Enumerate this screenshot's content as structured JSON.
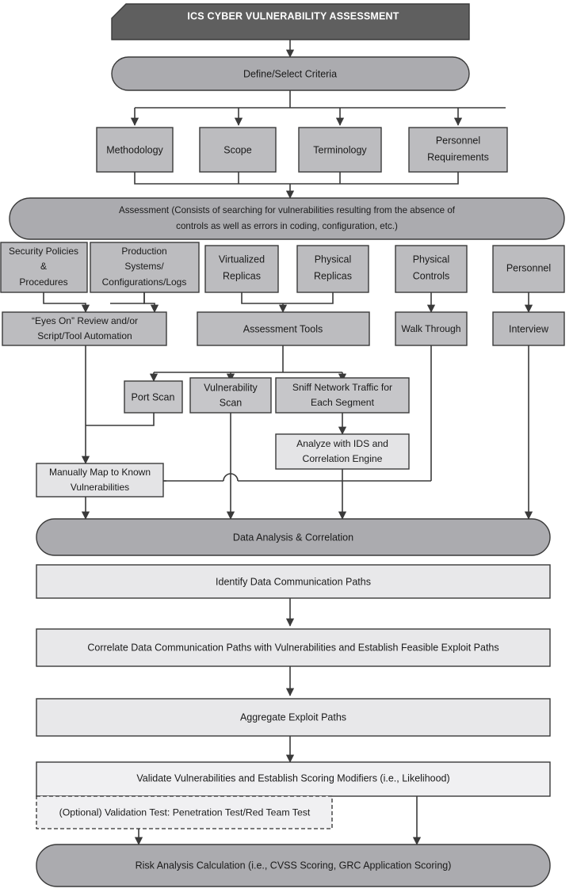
{
  "diagram": {
    "title": "ICS Cyber Vulnerability Assessment Flowchart",
    "colors": {
      "banner_fill": "#5f5f5f",
      "banner_text": "#ffffff",
      "rounded_fill": "#ababaf",
      "box_mid_fill": "#bcbcbf",
      "box_light_fill": "#e4e4e6",
      "stroke": "#3a3a3a",
      "text": "#1a1a1a",
      "page_bg": "#ffffff"
    },
    "nodes": {
      "title_banner": "ICS CYBER VULNERABILITY ASSESSMENT",
      "define_criteria": "Define/Select Criteria",
      "methodology": "Methodology",
      "scope": "Scope",
      "terminology": "Terminology",
      "personnel_requirements_l1": "Personnel",
      "personnel_requirements_l2": "Requirements",
      "assessment_l1": "Assessment (Consists of searching for vulnerabilities resulting from the absence of",
      "assessment_l2": "controls as well as errors in coding, configuration, etc.)",
      "security_policies_l1": "Security Policies",
      "security_policies_l2": "&",
      "security_policies_l3": "Procedures",
      "production_systems_l1": "Production",
      "production_systems_l2": "Systems/",
      "production_systems_l3": "Configurations/Logs",
      "virtualized_replicas_l1": "Virtualized",
      "virtualized_replicas_l2": "Replicas",
      "physical_replicas_l1": "Physical",
      "physical_replicas_l2": "Replicas",
      "physical_controls_l1": "Physical",
      "physical_controls_l2": "Controls",
      "personnel": "Personnel",
      "eyes_on_l1": "“Eyes On” Review and/or",
      "eyes_on_l2": "Script/Tool Automation",
      "assessment_tools": "Assessment Tools",
      "walk_through": "Walk Through",
      "interview": "Interview",
      "port_scan": "Port Scan",
      "vulnerability_scan_l1": "Vulnerability",
      "vulnerability_scan_l2": "Scan",
      "sniff_traffic_l1": "Sniff Network Traffic for",
      "sniff_traffic_l2": "Each Segment",
      "analyze_ids_l1": "Analyze with IDS and",
      "analyze_ids_l2": "Correlation Engine",
      "manually_map_l1": "Manually Map to Known",
      "manually_map_l2": "Vulnerabilities",
      "data_analysis": "Data Analysis & Correlation",
      "identify_paths": "Identify Data Communication Paths",
      "correlate_paths": "Correlate Data Communication Paths with Vulnerabilities and Establish Feasible Exploit Paths",
      "aggregate_paths": "Aggregate Exploit Paths",
      "validate_vulns": "Validate Vulnerabilities and Establish Scoring Modifiers (i.e., Likelihood)",
      "optional_validation": "(Optional) Validation Test: Penetration Test/Red Team Test",
      "risk_analysis": "Risk Analysis Calculation (i.e., CVSS Scoring, GRC Application Scoring)"
    }
  }
}
